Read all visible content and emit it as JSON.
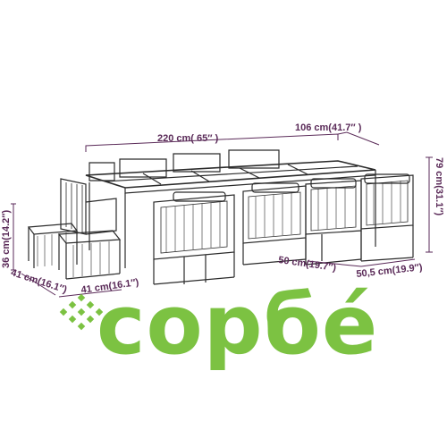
{
  "dimensions": {
    "table_length": "220 cm( 65″ )",
    "table_depth": "106 cm(41.7″ )",
    "height": "79 cm(31.1″)",
    "stool_height": "36 cm(14.2″)",
    "stool_depth": "41 cm(16.1″)",
    "stool_width": "41 cm(16.1″)",
    "chair_width": "50 cm(19.7″)",
    "chair_depth": "50,5 cm(19.9″)"
  },
  "brand": {
    "name": "сорбé",
    "color": "#7cc242"
  },
  "colors": {
    "dimension": "#5a2a58",
    "furniture": "#2b2b2b"
  }
}
